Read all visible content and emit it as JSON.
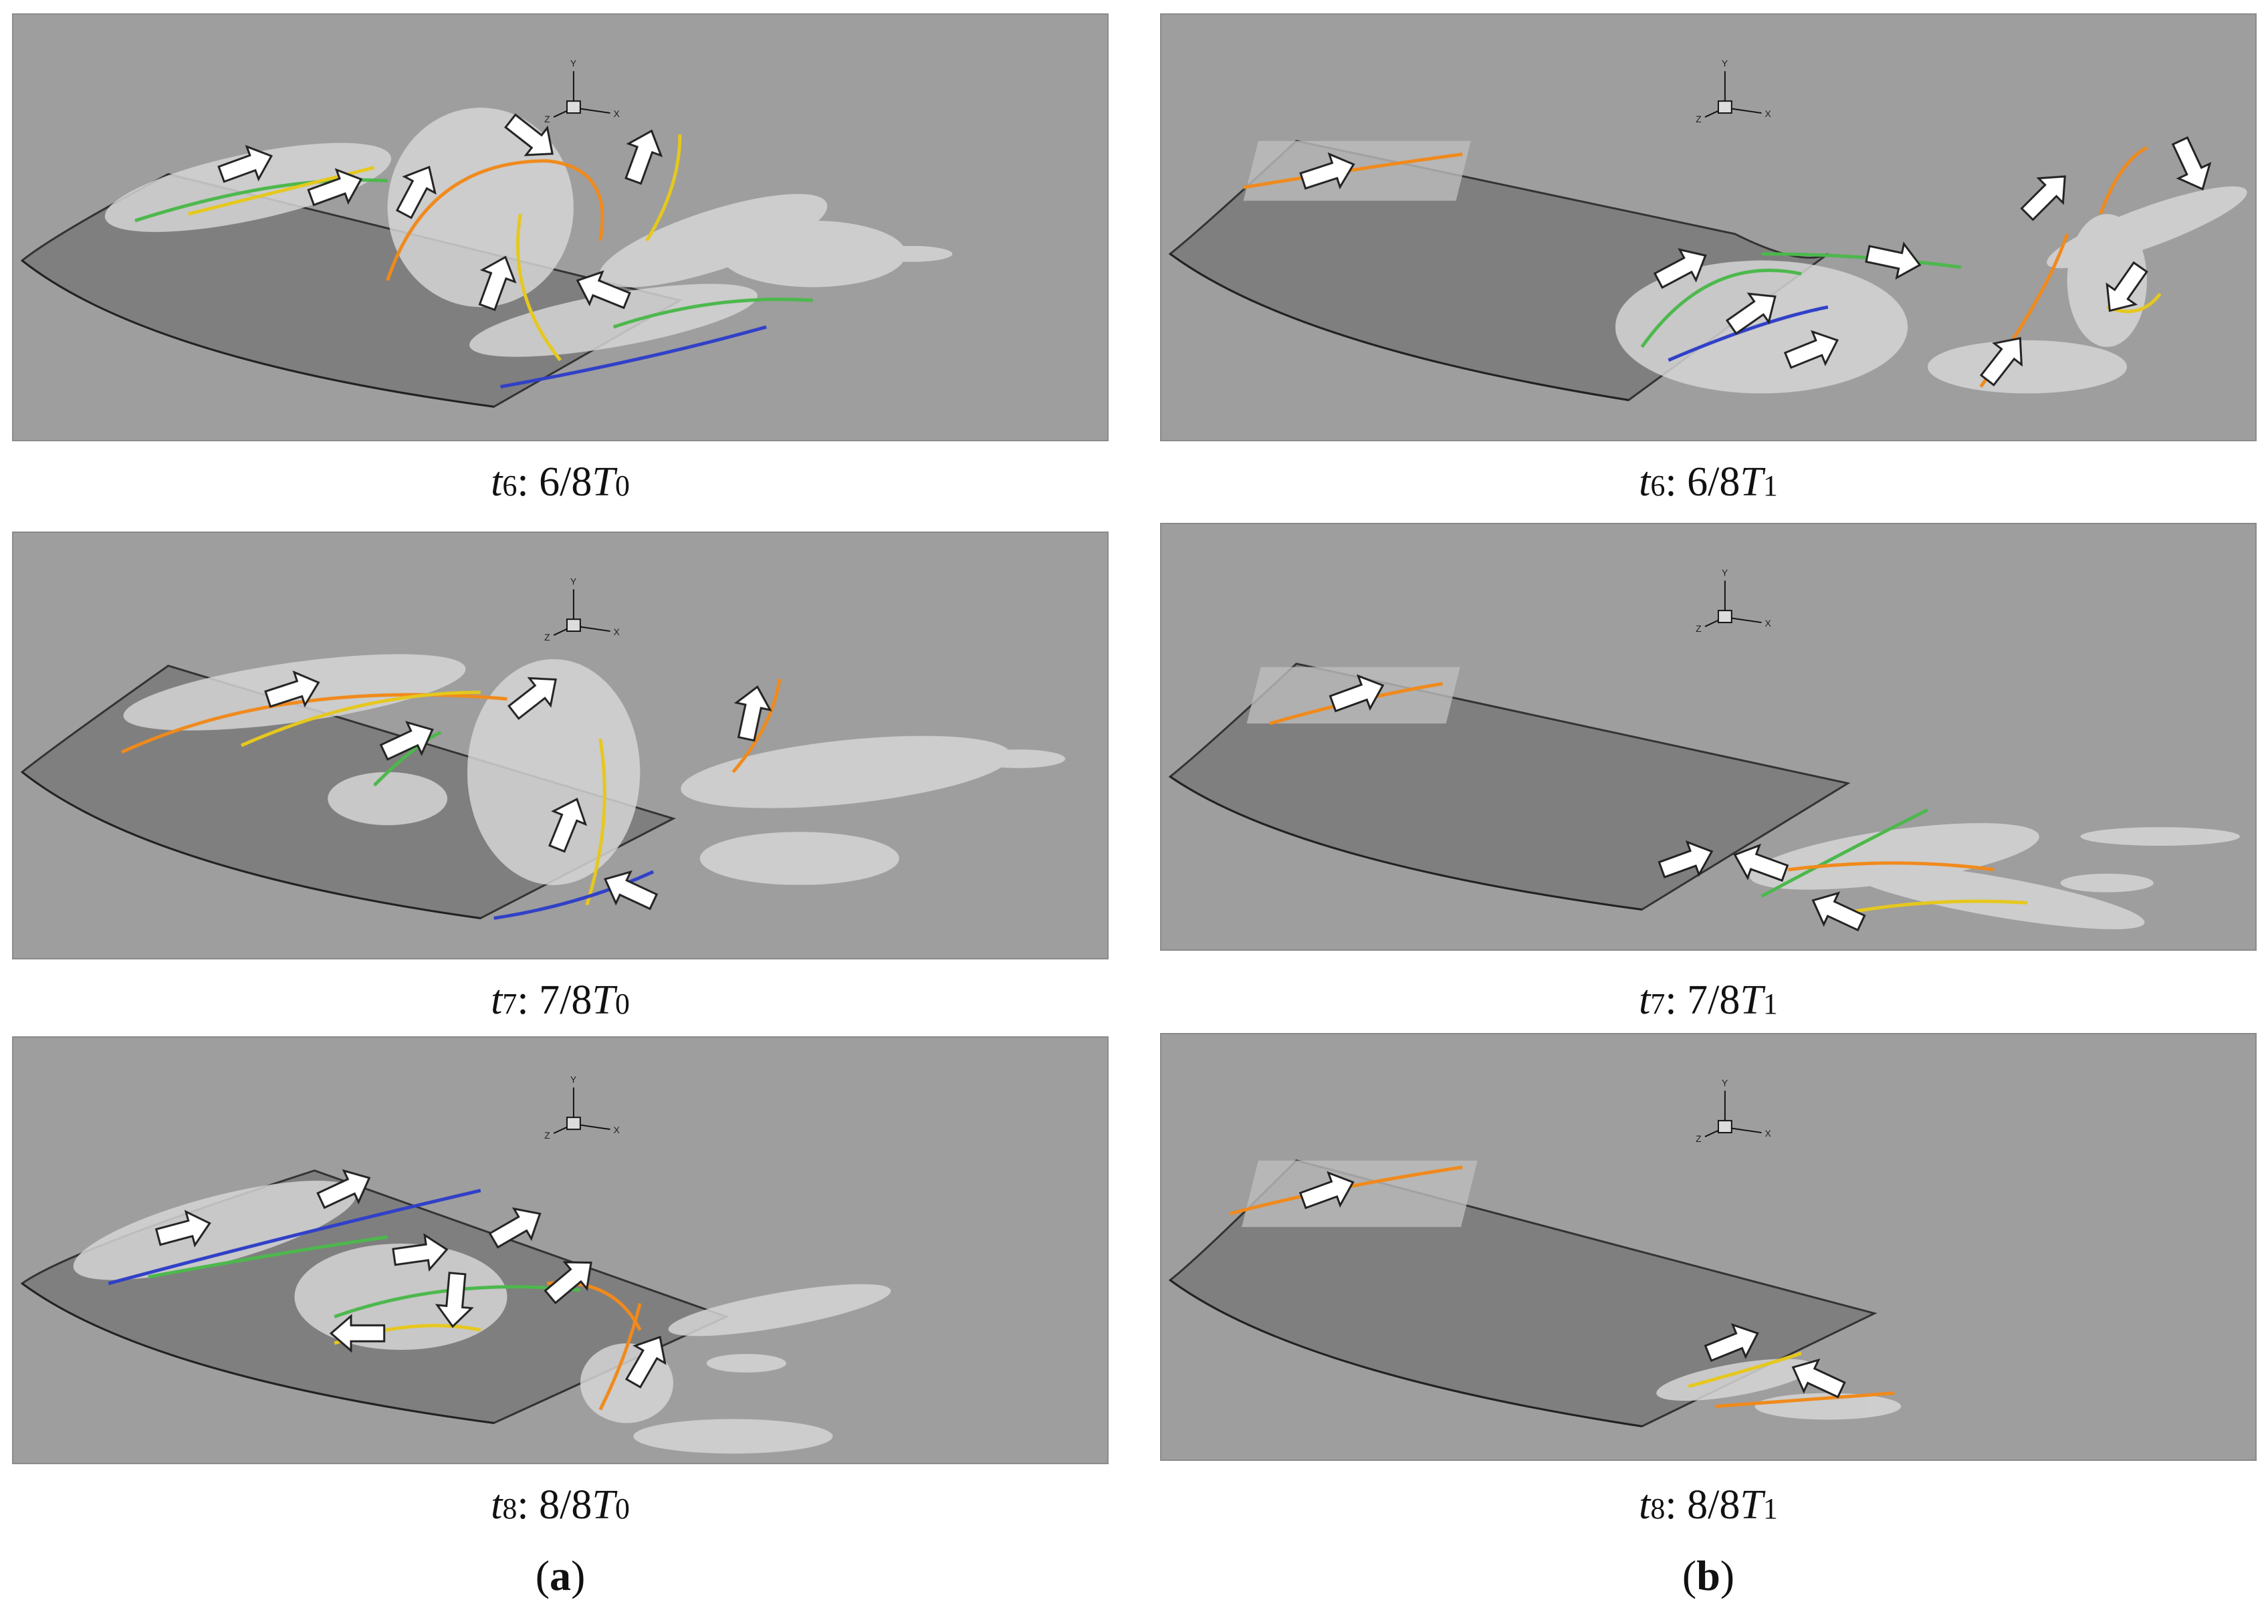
{
  "column_a": {
    "label_letter": "a",
    "panels": [
      {
        "id": "a6",
        "time_symbol": "t",
        "time_sub": "6",
        "fraction": "6/8",
        "period": "T",
        "period_sub": "0"
      },
      {
        "id": "a7",
        "time_symbol": "t",
        "time_sub": "7",
        "fraction": "7/8",
        "period": "T",
        "period_sub": "0"
      },
      {
        "id": "a8",
        "time_symbol": "t",
        "time_sub": "8",
        "fraction": "8/8",
        "period": "T",
        "period_sub": "0"
      }
    ]
  },
  "column_b": {
    "label_letter": "b",
    "panels": [
      {
        "id": "b6",
        "time_symbol": "t",
        "time_sub": "6",
        "fraction": "6/8",
        "period": "T",
        "period_sub": "1"
      },
      {
        "id": "b7",
        "time_symbol": "t",
        "time_sub": "7",
        "fraction": "7/8",
        "period": "T",
        "period_sub": "1"
      },
      {
        "id": "b8",
        "time_symbol": "t",
        "time_sub": "8",
        "fraction": "8/8",
        "period": "T",
        "period_sub": "1"
      }
    ]
  },
  "axis_triad": {
    "y": "Y",
    "x": "X",
    "z": "Z"
  },
  "colors": {
    "background": "#9e9e9e",
    "airfoil": "#7d7d7d",
    "vortex": "#d8d8d8",
    "arrow_fill": "#ffffff",
    "vector_orange": "#f08a1c",
    "vector_yellow": "#e6c81e",
    "vector_green": "#4cb84c",
    "vector_blue": "#3040c8"
  }
}
